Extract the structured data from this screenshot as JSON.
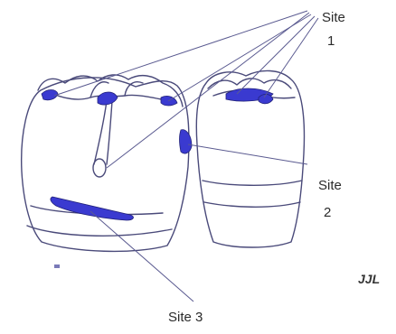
{
  "labels": {
    "site1_word": "Site",
    "site1_num": "1",
    "site2_word": "Site",
    "site2_num": "2",
    "site3": "Site 3",
    "initials": "JJL"
  },
  "colors": {
    "outline": "#4a4a7a",
    "lesion": "#3a3ad0",
    "leader": "#5a5a90",
    "text": "#2a2a2a"
  }
}
